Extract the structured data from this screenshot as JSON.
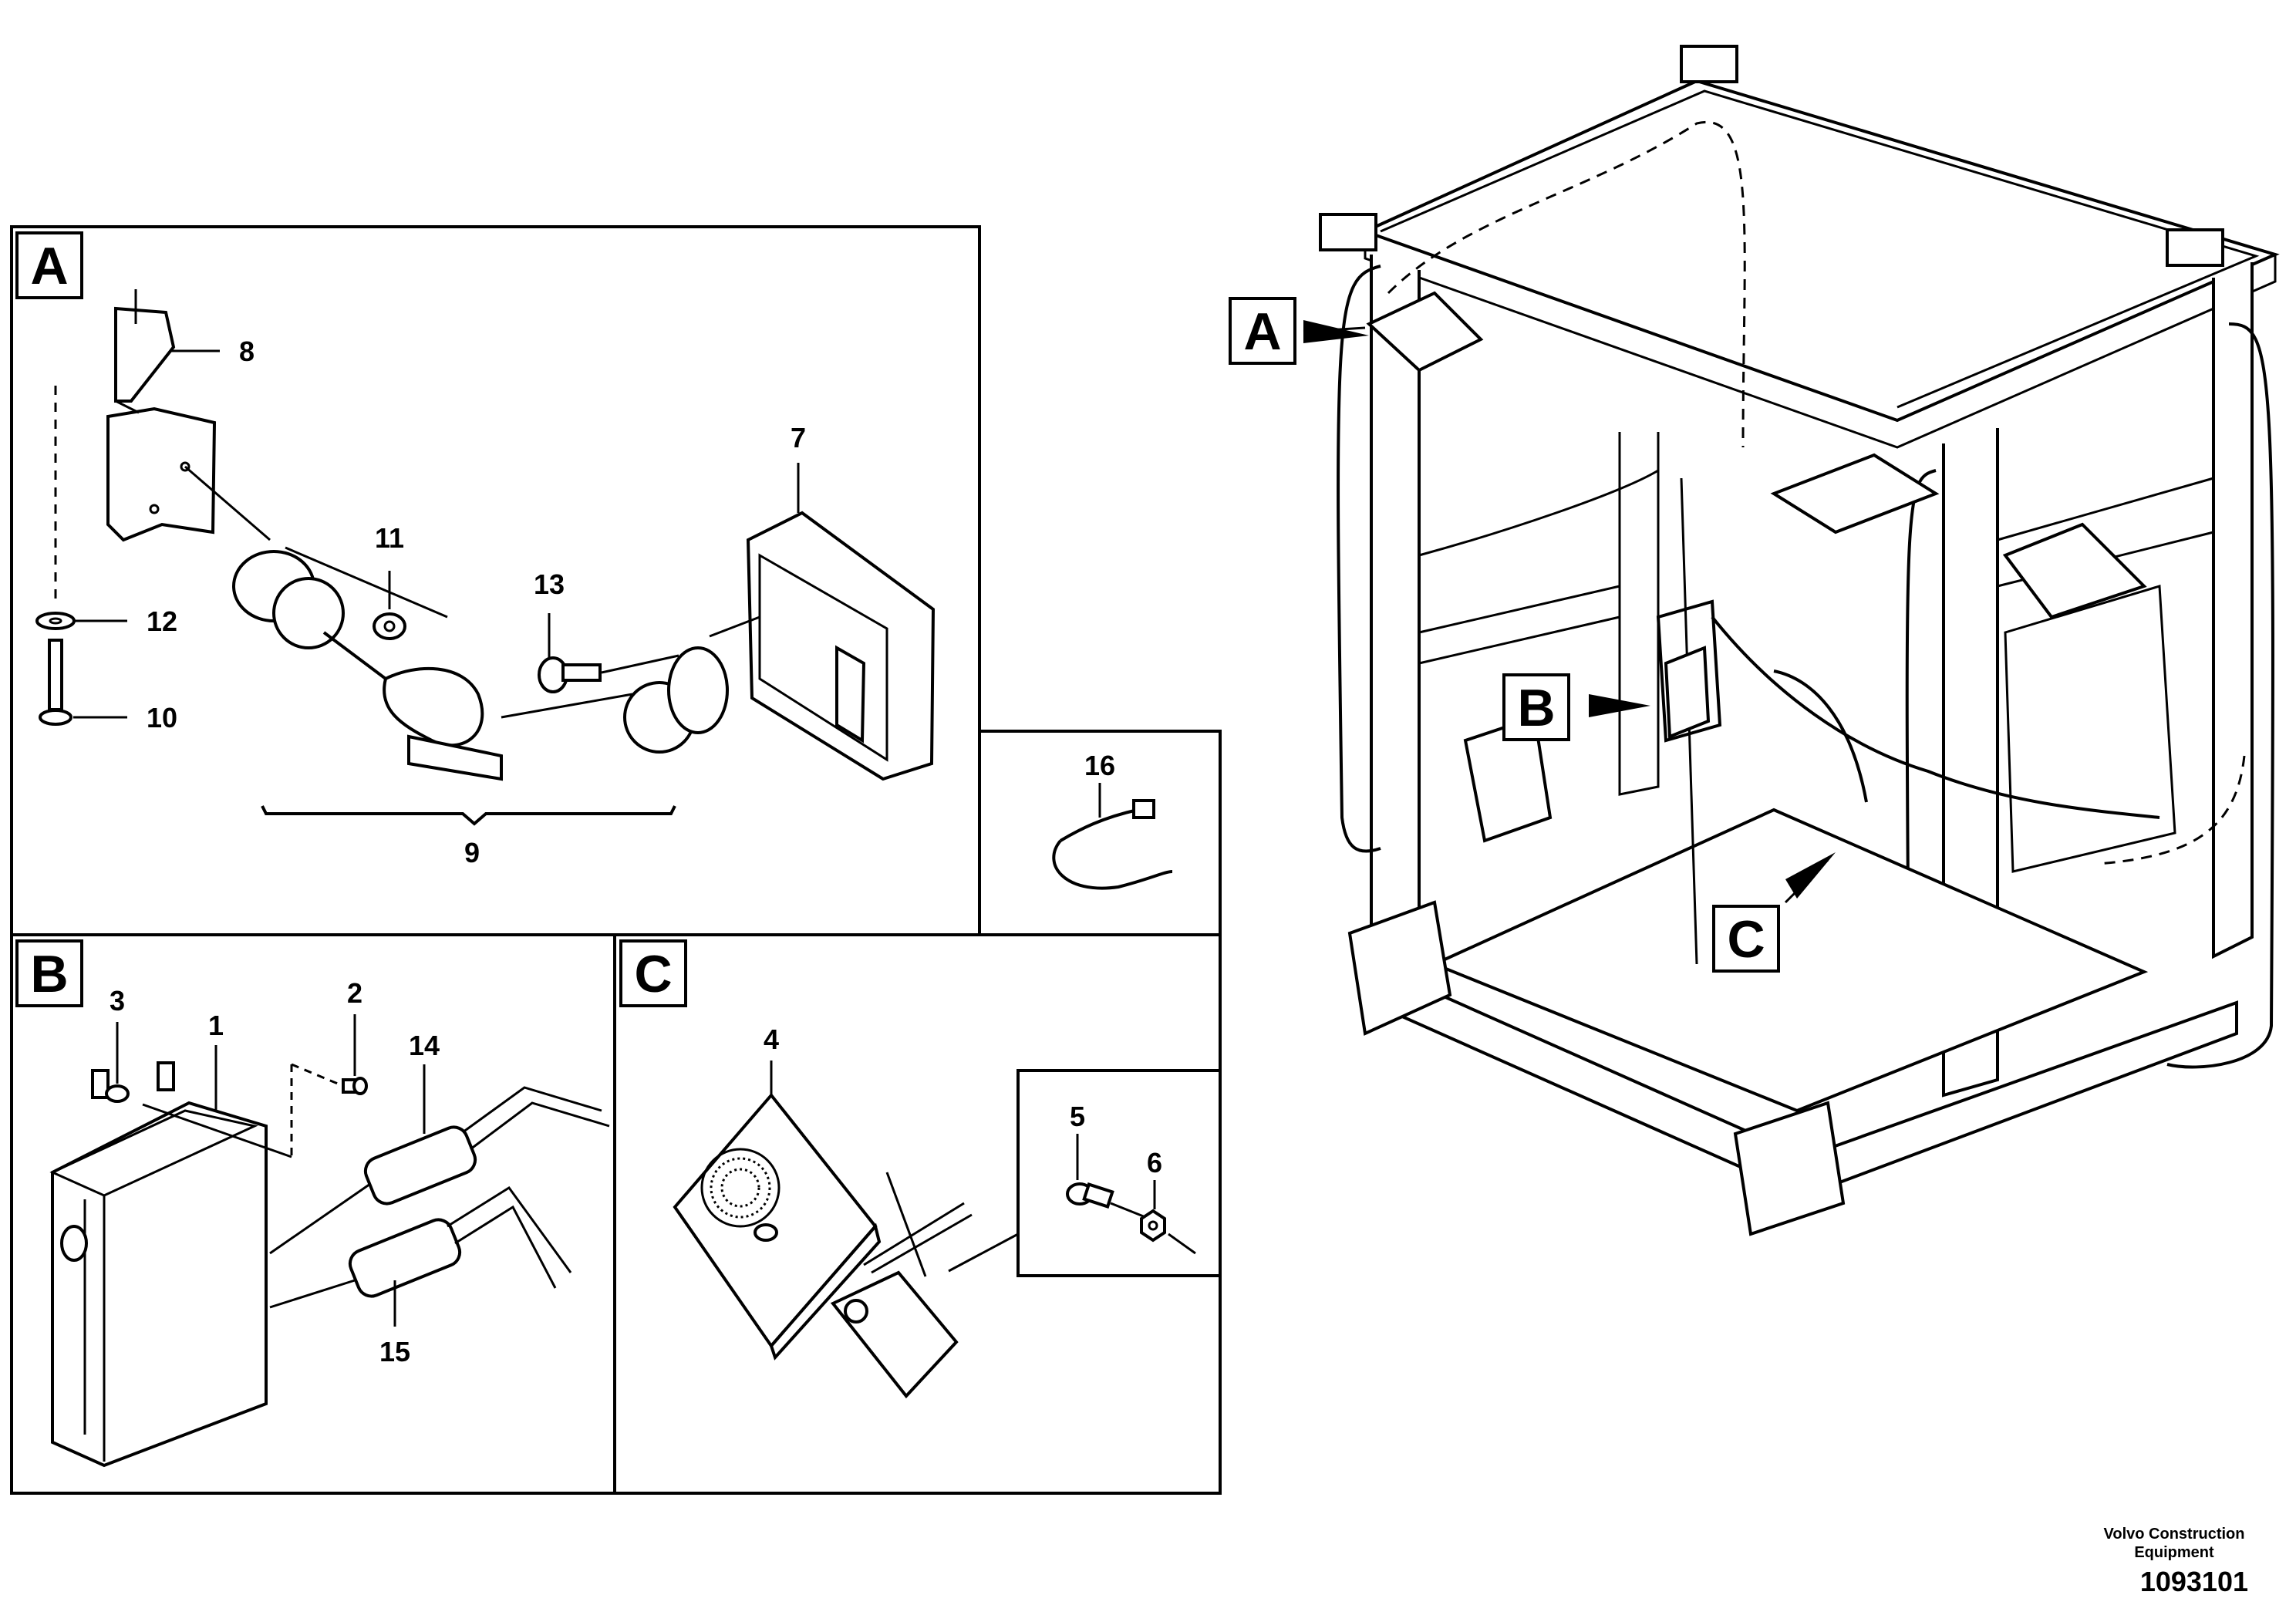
{
  "detail_labels": {
    "a": "A",
    "b": "B",
    "c": "C"
  },
  "callouts": {
    "p1": "1",
    "p2": "2",
    "p3": "3",
    "p4": "4",
    "p5": "5",
    "p6": "6",
    "p7": "7",
    "p8": "8",
    "p9": "9",
    "p10": "10",
    "p11": "11",
    "p12": "12",
    "p13": "13",
    "p14": "14",
    "p15": "15",
    "p16": "16"
  },
  "footer": {
    "manufacturer_line1": "Volvo Construction",
    "manufacturer_line2": "Equipment",
    "drawing_number": "1093101"
  }
}
